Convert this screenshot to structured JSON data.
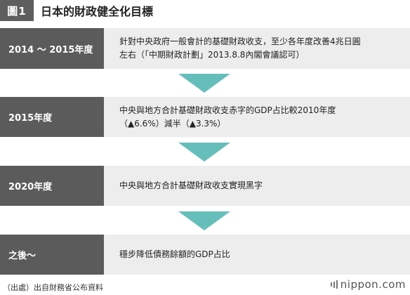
{
  "header": {
    "badge": "圖1",
    "title": "日本的財政健全化目標"
  },
  "steps": [
    {
      "label": "2014 ～ 2015年度",
      "lines": [
        "針對中央政府一般會計的基礎財政收支，至少各年度改善4兆日圓",
        "左右（「中期財政計劃」2013.8.8內閣會議認可）"
      ]
    },
    {
      "label": "2015年度",
      "lines": [
        "中央與地方合計基礎財政收支赤字的GDP占比較2010年度",
        "（▲6.6%）減半（▲3.3%）"
      ]
    },
    {
      "label": "2020年度",
      "lines": [
        "中央與地方合計基礎財政收支實現黑字"
      ]
    },
    {
      "label": "之後～",
      "lines": [
        "穩步降低債務餘額的GDP占比"
      ]
    }
  ],
  "colors": {
    "label_bg": "#5b5b5b",
    "body_bg": "#ededed",
    "arrow": "#66bebb"
  },
  "footer": {
    "source": "（出處）出自財務省公布資料",
    "brand": "nippon.com",
    "brand_icon": "bars-icon"
  }
}
